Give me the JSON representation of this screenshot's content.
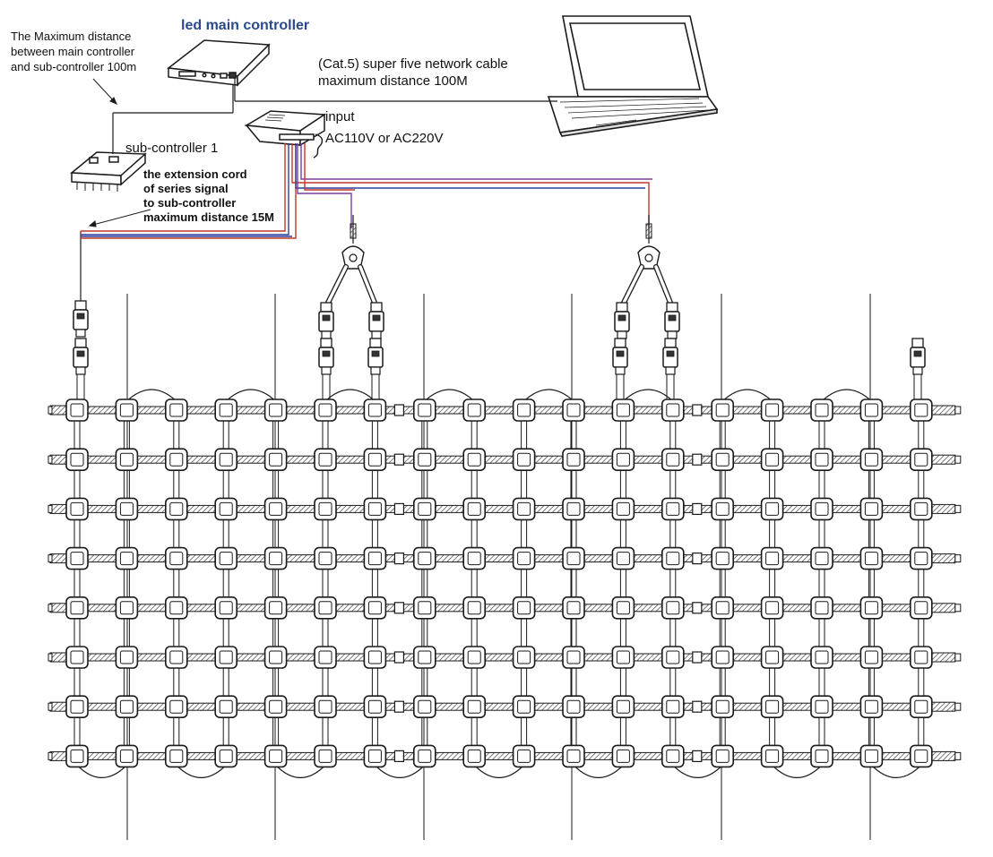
{
  "labels": {
    "main_controller": "led main controller",
    "max_distance_note": [
      "The Maximum distance",
      "between main controller",
      "and sub-controller  100m"
    ],
    "network_cable": [
      "(Cat.5) super five network cable",
      "maximum distance 100M"
    ],
    "input": [
      "input",
      "AC110V or AC220V"
    ],
    "sub_controller": "sub-controller 1",
    "extension_cord": [
      "the extension cord",
      "of series signal",
      "to sub-controller",
      "maximum distance 15M"
    ]
  },
  "colors": {
    "line": "#1a1a1a",
    "title_blue": "#2a4a8c",
    "wire_red": "#c0392b",
    "wire_blue": "#2c3e9e",
    "wire_purple": "#7b3fa0",
    "module_fill": "#ffffff",
    "hatch": "#555555"
  },
  "grid": {
    "rows": 8,
    "columns": 18
  }
}
